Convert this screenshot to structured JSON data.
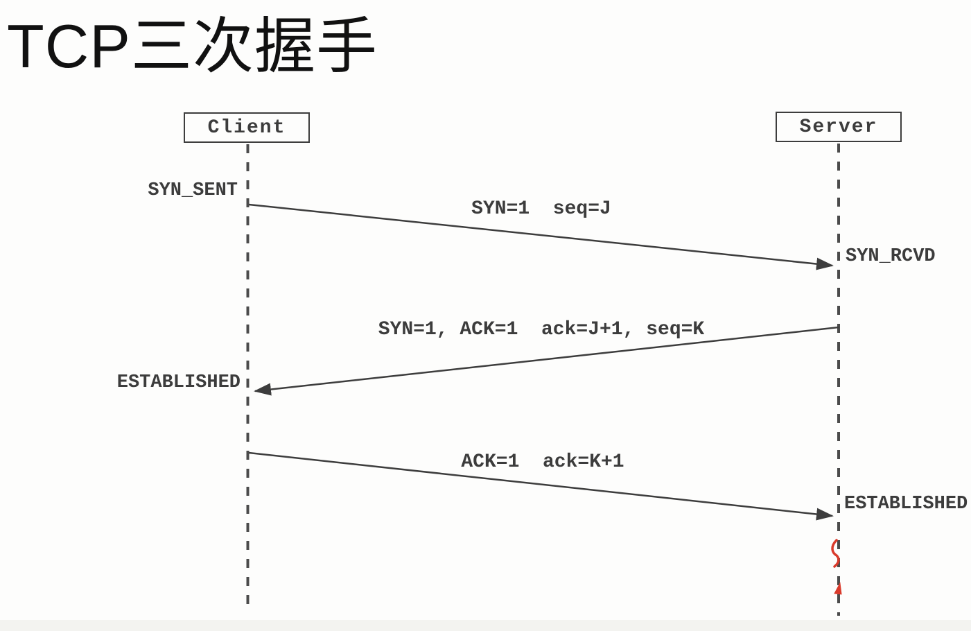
{
  "title": "TCP三次握手",
  "diagram": {
    "actors": [
      {
        "id": "client",
        "label": "Client"
      },
      {
        "id": "server",
        "label": "Server"
      }
    ],
    "states": {
      "client_syn_sent": "SYN_SENT",
      "server_syn_rcvd": "SYN_RCVD",
      "client_established": "ESTABLISHED",
      "server_established": "ESTABLISHED"
    },
    "messages": [
      {
        "from": "client",
        "to": "server",
        "label": "SYN=1  seq=J"
      },
      {
        "from": "server",
        "to": "client",
        "label": "SYN=1, ACK=1  ack=J+1, seq=K"
      },
      {
        "from": "client",
        "to": "server",
        "label": "ACK=1  ack=K+1"
      }
    ],
    "colors": {
      "line": "#3d3d3d",
      "lifeline": "#4b4b4b",
      "annotation_red": "#d93a2b"
    }
  }
}
